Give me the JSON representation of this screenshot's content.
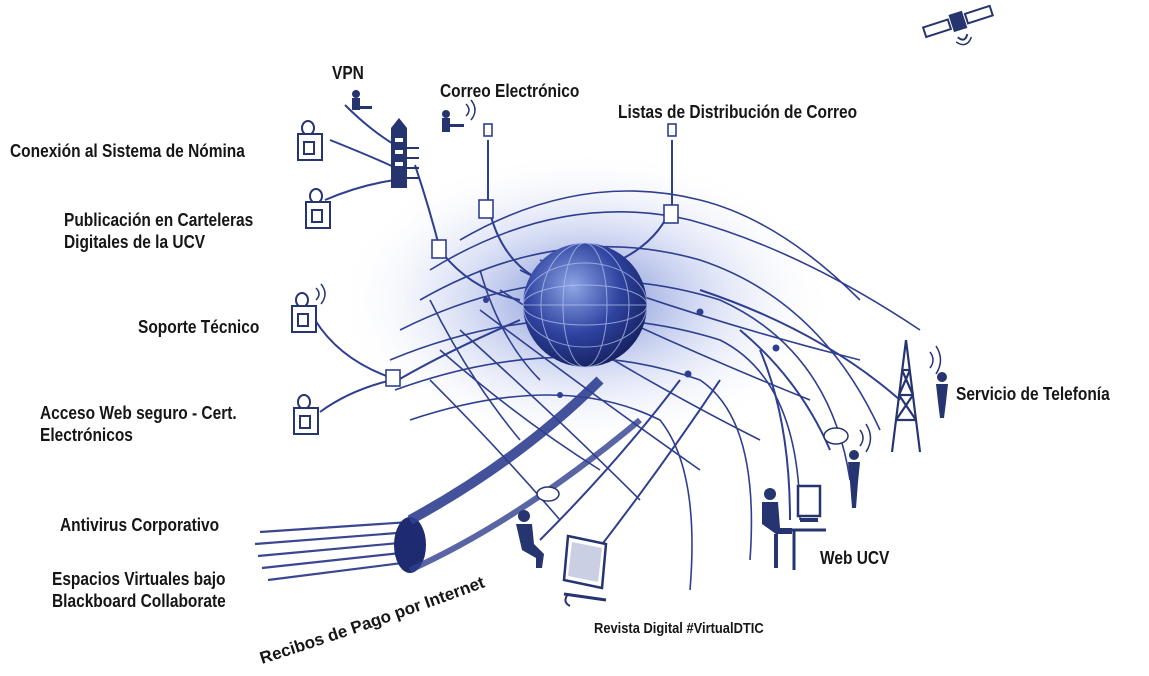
{
  "labels": {
    "vpn": "VPN",
    "correo": "Correo Electrónico",
    "listas": "Listas de Distribución de Correo",
    "nomina": "Conexión al Sistema de Nómina",
    "carteleras_1": "Publicación en Carteleras",
    "carteleras_2": "Digitales de la UCV",
    "soporte": "Soporte Técnico",
    "acceso_1": "Acceso Web seguro - Cert.",
    "acceso_2": "Electrónicos",
    "telefonia": "Servicio de Telefonía",
    "antivirus": "Antivirus Corporativo",
    "espacios_1": "Espacios Virtuales bajo",
    "espacios_2": "Blackboard Collaborate",
    "recibos": "Recibos de Pago por Internet",
    "revista": "Revista Digital #VirtualDTIC",
    "webucv": "Web UCV"
  },
  "colors": {
    "line": "#2f3f8f",
    "globe_dark": "#1c2a78",
    "globe_light": "#8fa6e6",
    "halo": "#c9d3f4",
    "icon": "#26346f",
    "text": "#161616"
  },
  "icons": [
    "satellite-icon",
    "router-tower-icon",
    "antenna-tower-icon",
    "globe-icon",
    "fiber-cable-icon",
    "laptop-icon",
    "person-phone-icon",
    "desk-computer-icon",
    "mailbox-icon"
  ]
}
